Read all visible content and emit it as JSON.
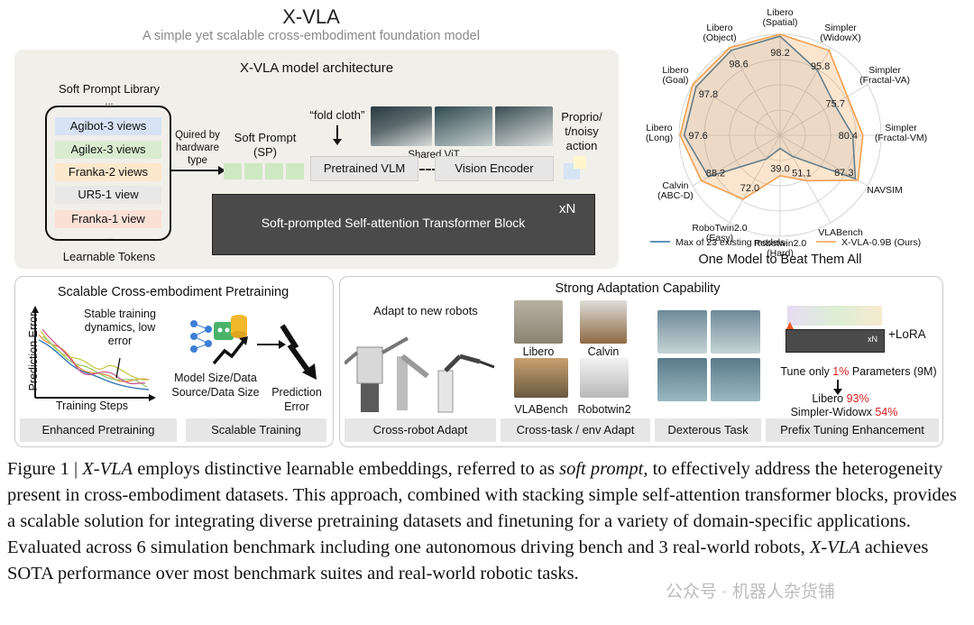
{
  "header": {
    "title": "X-VLA",
    "subtitle": "A simple yet scalable cross-embodiment foundation model"
  },
  "architecture": {
    "title": "X-VLA model architecture",
    "library_title": "Soft Prompt Library",
    "ellipsis": "...",
    "prompts": [
      {
        "label": "Agibot-3 views",
        "color": "#d7e3f5"
      },
      {
        "label": "Agilex-3 views",
        "color": "#d9ecd0"
      },
      {
        "label": "Franka-2 views",
        "color": "#fbe8cc"
      },
      {
        "label": "UR5-1 view",
        "color": "#e8e8e8"
      },
      {
        "label": "Franka-1 view",
        "color": "#fbe0d6"
      }
    ],
    "learnable_tokens": "Learnable Tokens",
    "quired_label": "Quired by hardware type",
    "soft_prompt_label": "Soft Prompt (SP)",
    "instruction": "“fold cloth”",
    "shared_vit": "Shared ViT",
    "vlm": "Pretrained VLM",
    "vision_encoder": "Vision Encoder",
    "proprio": "Proprio/ t/noisy action",
    "transformer": "Soft-prompted Self-attention Transformer Block",
    "repeat": "xN"
  },
  "radar": {
    "caption": "One Model to Beat Them All",
    "legend_existing": "Max of 23 existing models",
    "legend_ours": "X-VLA-0.9B (Ours)",
    "color_existing": "#2f6f9f",
    "color_ours": "#f0a050"
  },
  "chart_data": {
    "type": "radar",
    "categories": [
      "Libero (Spatial)",
      "Simpler (WidowX)",
      "Simpler (Fractal-VA)",
      "Simpler (Fractal-VM)",
      "NAVSIM",
      "VLABench",
      "Robotwin2.0 (Hard)",
      "RoboTwin2.0 (Easy)",
      "Calvin (ABC-D)",
      "Libero (Long)",
      "Libero (Goal)",
      "Libero (Object)"
    ],
    "labels_ours": [
      "98.2",
      "95.8",
      "75.7",
      "80.4",
      "87.3",
      "51.1",
      "39.0",
      "72.0",
      "88.2",
      "97.6",
      "97.8",
      "98.6"
    ],
    "series": [
      {
        "name": "Max of 23 existing models",
        "values": [
          0.98,
          0.74,
          0.62,
          0.72,
          0.86,
          0.24,
          0.13,
          0.27,
          0.82,
          0.95,
          0.96,
          0.97
        ]
      },
      {
        "name": "X-VLA-0.9B (Ours)",
        "values": [
          1.0,
          0.97,
          0.77,
          0.82,
          0.89,
          0.52,
          0.4,
          0.73,
          0.9,
          0.99,
          1.0,
          1.0
        ]
      }
    ]
  },
  "pretraining": {
    "title": "Scalable Cross-embodiment Pretraining",
    "ylabel": "Prediction Error",
    "xlabel": "Training Steps",
    "annotation": "Stable training dynamics, low error",
    "model_size": "Model Size/Data Source/Data Size",
    "pred_error": "Prediction Error",
    "tab1": "Enhanced Pretraining",
    "tab2": "Scalable Training"
  },
  "adaptation": {
    "title": "Strong Adaptation Capability",
    "adapt_label": "Adapt to new robots",
    "benchmarks": [
      "Libero",
      "Calvin",
      "VLABench",
      "Robotwin2"
    ],
    "lora": "+LoRA",
    "xn": "xN",
    "tune_pre": "Tune only ",
    "tune_pct": "1%",
    "tune_post": " Parameters (9M)",
    "libero_pre": "Libero ",
    "libero_pct": "93%",
    "simpler_pre": "Simpler-Widowx ",
    "simpler_pct": "54%",
    "tabs": [
      "Cross-robot Adapt",
      "Cross-task / env Adapt",
      "Dexterous Task",
      "Prefix Tuning Enhancement"
    ]
  },
  "caption": {
    "prefix": "Figure 1 | ",
    "name": "X-VLA",
    "t1": " employs distinctive learnable embeddings, referred to as ",
    "soft_prompt": "soft prompt",
    "t2": ", to effectively address the heterogeneity present in cross-embodiment datasets. This approach, combined with stacking simple self-attention transformer blocks, provides a scalable solution for integrating diverse pretraining datasets and finetuning for a variety of domain-specific applications. Evaluated across 6 simulation benchmark including one autonomous driving bench and 3 real-world robots, ",
    "name2": "X-VLA",
    "t3": " achieves SOTA performance over most benchmark suites and real-world robotic tasks."
  },
  "watermark": "公众号 · 机器人杂货铺"
}
